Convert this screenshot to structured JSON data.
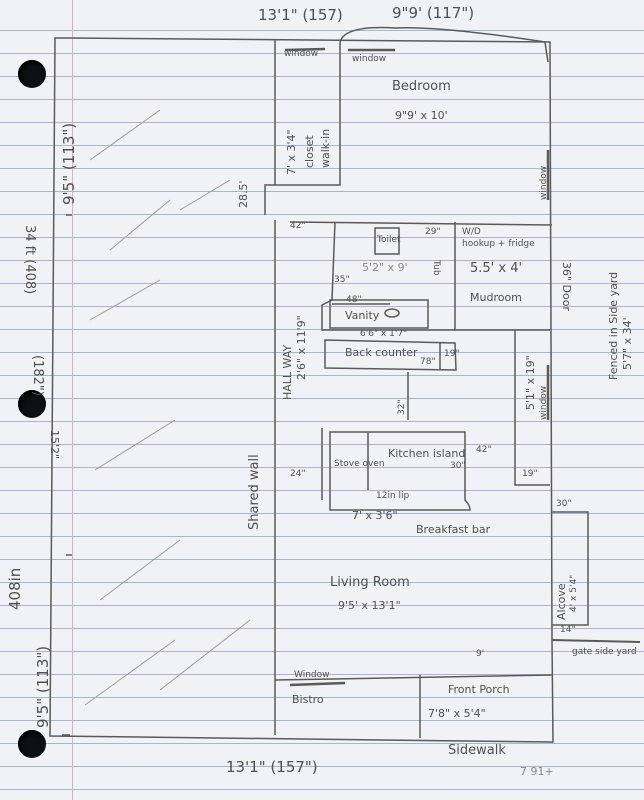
{
  "dimensions": {
    "top_left": "13'1\" (157)",
    "top_right": "9\"9' (117\")",
    "bottom": "13'1\" (157\")",
    "left_total": "34 ft (408)",
    "left_upper": "9'5\" (113\")",
    "left_middle": "(182\")",
    "left_middle_small": "15'2\"",
    "left_lower": "9'5\" (113\")",
    "left_lower_small": "408in"
  },
  "rooms": {
    "bedroom": {
      "name": "Bedroom",
      "size": "9\"9' x 10'"
    },
    "closet": {
      "size": "7' x 3'4\"",
      "name": "closet",
      "name2": "walk-in"
    },
    "bathroom": {
      "toilet": "Toilet",
      "tub": "Tub",
      "size": "5'2\" x 9'",
      "vanity": "Vanity",
      "dim_29": "29\"",
      "dim_48": "48\"",
      "dim_35": "35\""
    },
    "mudroom": {
      "name": "Mudroom",
      "size": "5.5' x 4'",
      "wd": "W/D",
      "wd_note": "hookup + fridge",
      "door": "36\" Door"
    },
    "hallway": {
      "name": "HALL WAY",
      "size": "2'6\" x 11'9\""
    },
    "backcounter": {
      "name": "Back counter",
      "size": "6'6\" x 1'7\"",
      "dim_78": "78\"",
      "dim_19": "19\""
    },
    "kitchen": {
      "island": "Kitchen island",
      "stove": "Stove oven",
      "lip": "12in lip",
      "size": "7' x 3'6\"",
      "dim_24": "24\"",
      "dim_30": "30\"",
      "dim_42": "42\"",
      "dim_32": "32\"",
      "breakfast": "Breakfast bar"
    },
    "utility": {
      "size": "5'1\" x 19\"",
      "dim_19": "19\"",
      "dim_30": "30\""
    },
    "alcove": {
      "name": "Alcove",
      "size": "4' x 5'4\"",
      "dim_14": "14\""
    },
    "living": {
      "name": "Living Room",
      "size": "9'5' x 13'1\""
    },
    "bistro": {
      "name": "Bistro",
      "window": "Window"
    },
    "porch": {
      "name": "Front Porch",
      "size": "7'8\" x 5'4\"",
      "dim_9": "9'"
    },
    "gate": {
      "label": "gate side yard"
    }
  },
  "labels": {
    "shared_wall": "Shared wall",
    "window_top1": "window",
    "window_top2": "window",
    "window_right1": "window",
    "window_right2": "window",
    "fenced": "Fenced in Side yard",
    "fenced_size": "5'7\" x 34'",
    "dim_28_5": "28.5'",
    "dim_42": "42\"",
    "sidewalk": "Sidewalk",
    "corner_note": "7 91+"
  }
}
